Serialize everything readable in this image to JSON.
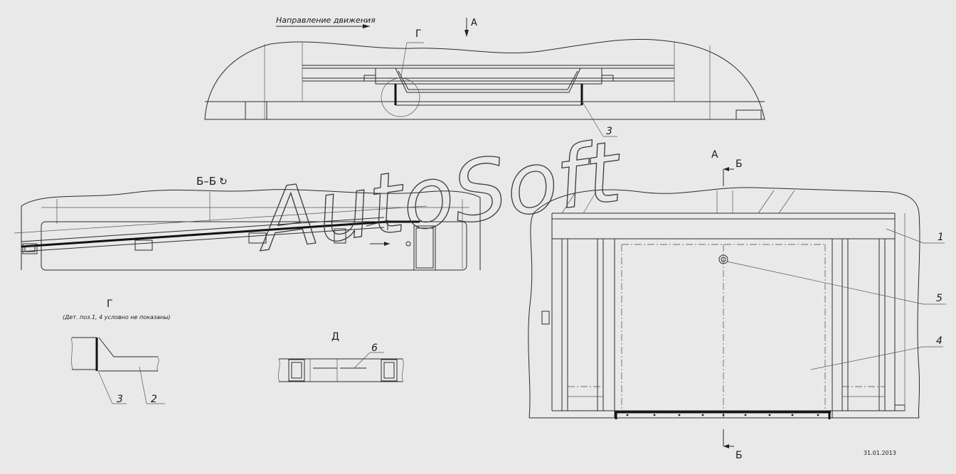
{
  "labels": {
    "direction": "Направление движения",
    "view_a_top": "А",
    "view_g_top": "Г",
    "callout_3_top": "3",
    "section_bb_title": "Б–Б",
    "rotate_symbol": "↻",
    "view_a_right": "А",
    "section_b_top": "Б",
    "section_b_bottom": "Б",
    "callout_1": "1",
    "callout_5": "5",
    "callout_4": "4",
    "detail_g_title": "Г",
    "detail_g_note": "(Дет. поз.1, 4 условно не показаны)",
    "detail_g_callout_3": "3",
    "detail_g_callout_2": "2",
    "detail_d_title": "Д",
    "detail_d_callout_6": "6",
    "date_stamp": "31.01.2013"
  },
  "watermark": "AutoSoft"
}
